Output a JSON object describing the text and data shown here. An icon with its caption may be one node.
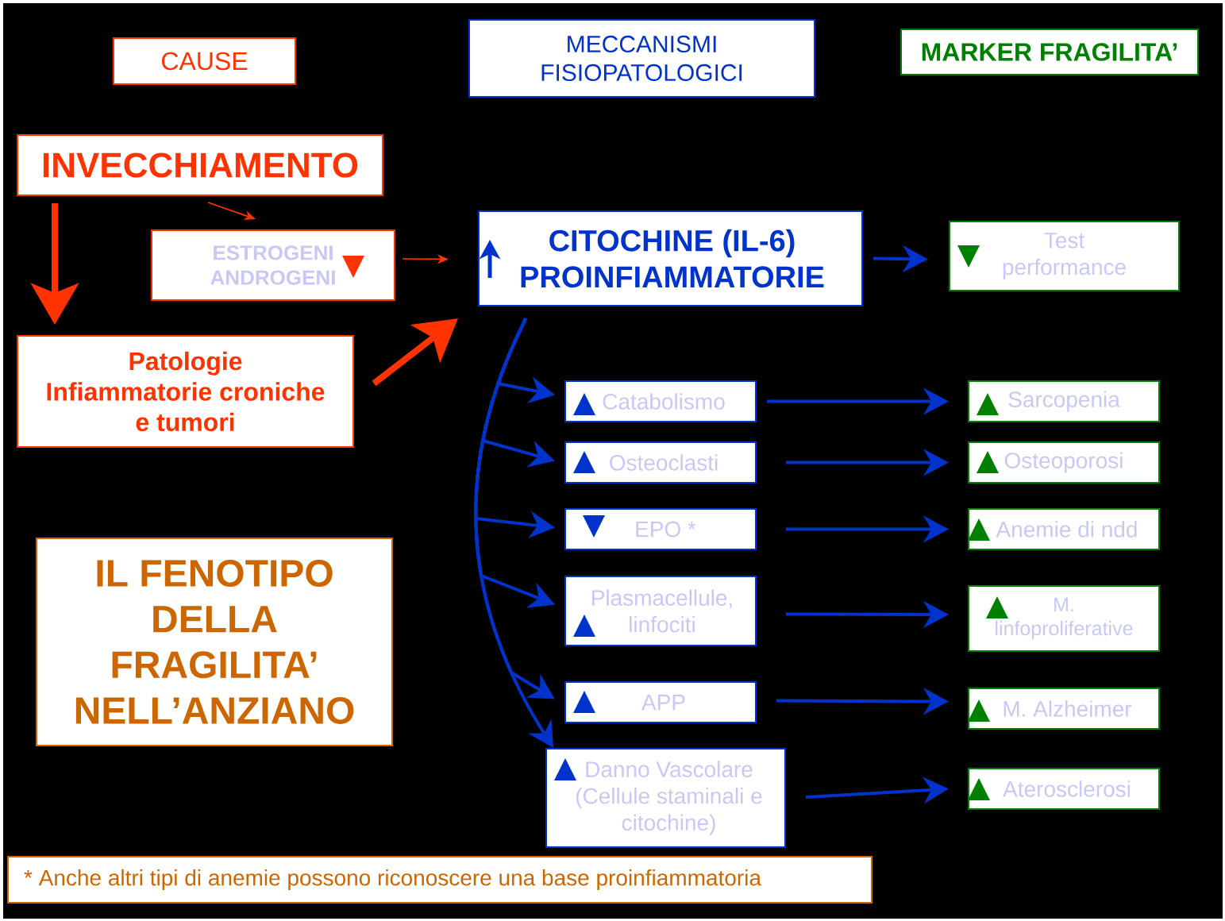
{
  "diagram": {
    "nodes": [
      {
        "text": [
          "CAUSE"
        ]
      },
      {
        "text": [
          "MECCANISMI FISIOPATOLOGICI"
        ]
      },
      {
        "text": [
          "MARKER FRAGILITA’"
        ]
      },
      {
        "text": [
          "INVECCHIAMENTO"
        ]
      },
      {
        "text": [
          "ESTROGENI ANDROGENI"
        ]
      },
      {
        "text": [
          "Patologie Infiammatorie croniche e tumori"
        ]
      },
      {
        "text": [
          "CITOCHINE (IL-6) PROINFIAMMATORIE"
        ]
      },
      {
        "text": [
          "Test performance"
        ]
      },
      {
        "text": [
          "Catabolismo"
        ]
      },
      {
        "text": [
          "Sarcopenia"
        ]
      },
      {
        "text": [
          "Osteoclasti"
        ]
      },
      {
        "text": [
          "Osteoporosi"
        ]
      },
      {
        "text": [
          "EPO *"
        ]
      },
      {
        "text": [
          "Anemie di ndd"
        ]
      },
      {
        "text": [
          "Plasmacellule, linfociti"
        ]
      },
      {
        "text": [
          "M. linfoproliferative"
        ]
      },
      {
        "text": [
          "APP"
        ]
      },
      {
        "text": [
          "M. Alzheimer"
        ]
      },
      {
        "text": [
          "Danno Vascolare (Cellule staminali e citochine)"
        ]
      },
      {
        "text": [
          "Aterosclerosi"
        ]
      },
      {
        "text": [
          "IL FENOTIPO DELLA FRAGILITA’ NELL’ANZIANO"
        ]
      },
      {
        "text": [
          "* Anche altri tipi di anemie possono riconoscere una base proinfiammatoria"
        ]
      }
    ],
    "edges": [
      {
        "from": 3,
        "to": 4,
        "arrow": "to",
        "color": "#ff3300"
      },
      {
        "from": 3,
        "to": 5,
        "arrow": "to",
        "style": "thick",
        "color": "#ff3300"
      },
      {
        "from": 4,
        "to": 6,
        "arrow": "to",
        "color": "#ff3300"
      },
      {
        "from": 5,
        "to": 6,
        "arrow": "to",
        "style": "thick",
        "color": "#ff3300"
      },
      {
        "from": 6,
        "to": 7,
        "arrow": "to"
      },
      {
        "from": 6,
        "to": 8,
        "arrow": "to"
      },
      {
        "from": 6,
        "to": 10,
        "arrow": "to"
      },
      {
        "from": 6,
        "to": 12,
        "arrow": "to"
      },
      {
        "from": 6,
        "to": 14,
        "arrow": "to"
      },
      {
        "from": 6,
        "to": 16,
        "arrow": "to"
      },
      {
        "from": 6,
        "to": 18,
        "arrow": "to"
      },
      {
        "from": 8,
        "to": 9,
        "arrow": "to"
      },
      {
        "from": 10,
        "to": 11,
        "arrow": "to"
      },
      {
        "from": 12,
        "to": 13,
        "arrow": "to"
      },
      {
        "from": 14,
        "to": 15,
        "arrow": "to"
      },
      {
        "from": 16,
        "to": 17,
        "arrow": "to"
      },
      {
        "from": 18,
        "to": 19,
        "arrow": "to"
      }
    ]
  }
}
